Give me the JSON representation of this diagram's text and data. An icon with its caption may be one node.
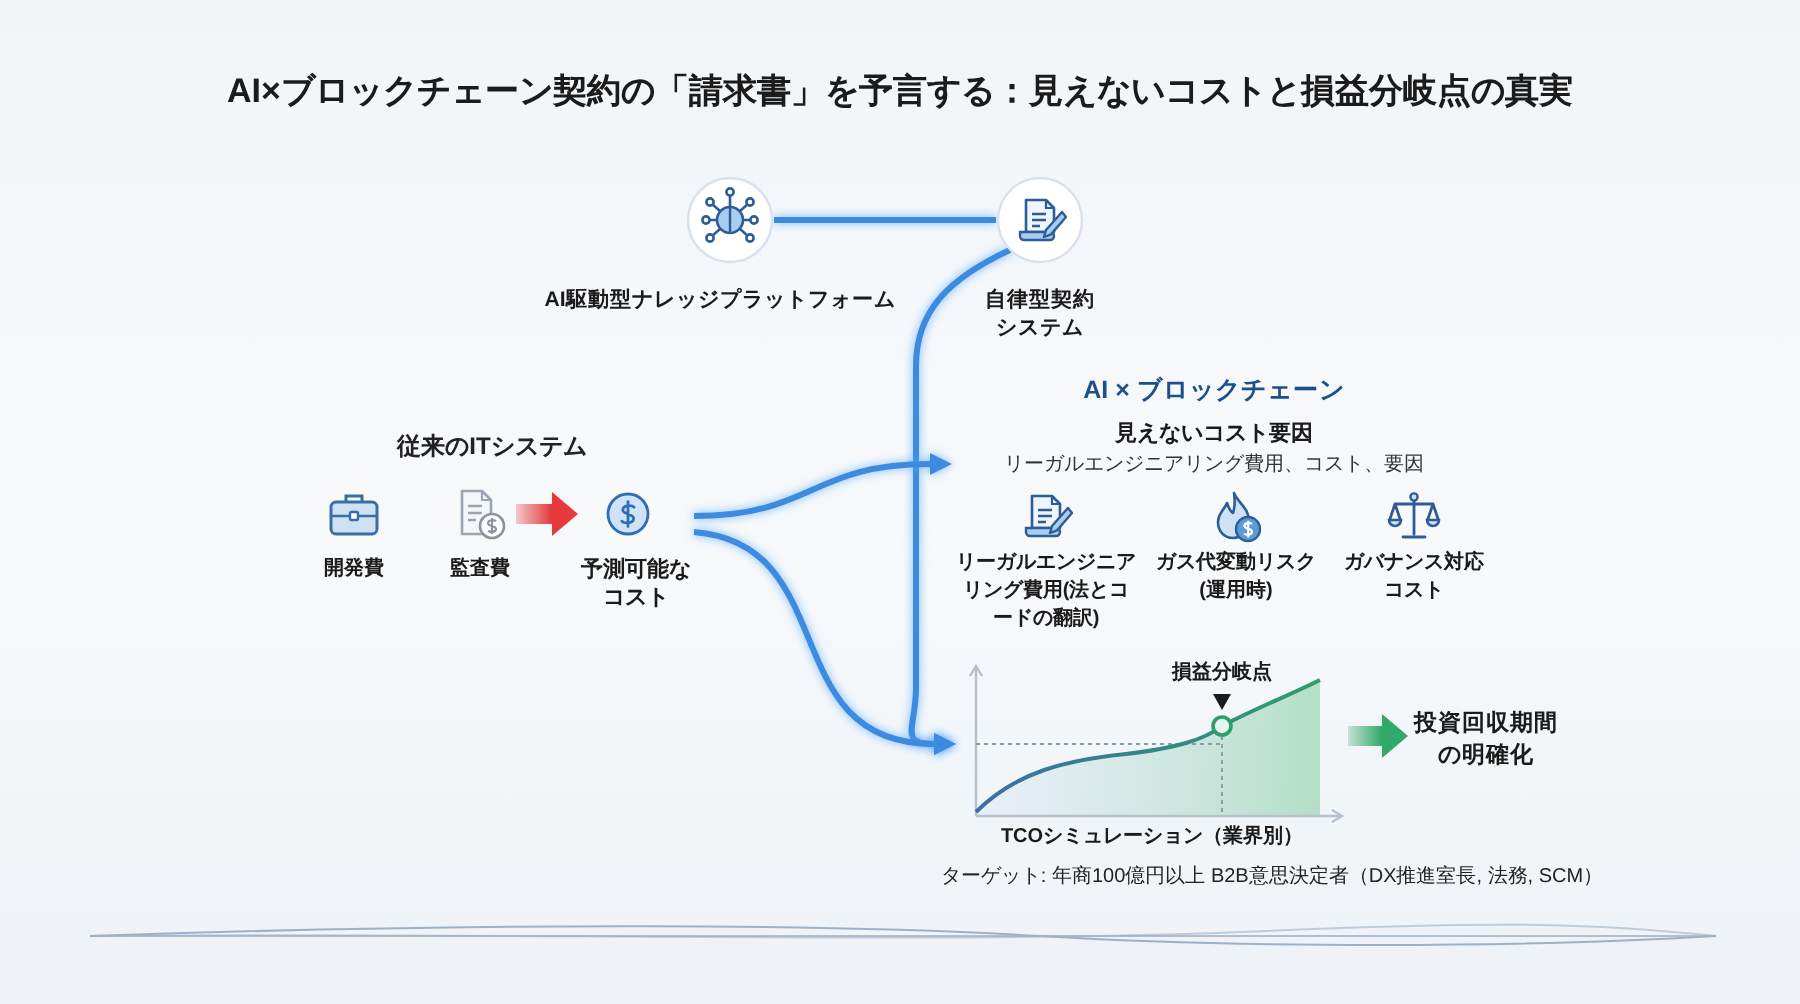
{
  "diagram": {
    "title": "AI×ブロックチェーン契約の「請求書」を予言する：見えないコストと損益分岐点の真実",
    "nodes": [
      {
        "text": [
          "AI駆動型ナレッジプラットフォーム"
        ]
      },
      {
        "text": [
          "自律型契約システム"
        ]
      },
      {
        "text": [
          "開発費"
        ]
      },
      {
        "text": [
          "監査費"
        ]
      },
      {
        "text": [
          "予測可能なコスト"
        ]
      },
      {
        "text": [
          "AI × ブロックチェーン",
          "見えないコスト要因",
          "リーガルエンジニアリング費用、コスト、要因"
        ]
      },
      {
        "text": [
          "リーガルエンジニアリング費用(法とコードの翻訳)"
        ],
        "in": 5
      },
      {
        "text": [
          "ガス代変動リスク(運用時)"
        ],
        "in": 5
      },
      {
        "text": [
          "ガバナンス対応コスト"
        ],
        "in": 5
      },
      {
        "text": [
          "損益分岐点",
          "TCOシミュレーション（業界別）"
        ]
      },
      {
        "text": [
          "投資回収期間の明確化"
        ]
      }
    ],
    "edges": [
      {
        "from": 0,
        "to": 1,
        "arrow": "none"
      },
      {
        "from": 1,
        "to": 9,
        "arrow": "to"
      },
      {
        "from": 4,
        "to": 5,
        "arrow": "to"
      },
      {
        "from": 4,
        "to": 9,
        "arrow": "to"
      },
      {
        "from": 3,
        "to": 4,
        "arrow": "to",
        "style": "thick",
        "color": "#e5393b"
      },
      {
        "from": 9,
        "to": 10,
        "arrow": "to",
        "style": "thick",
        "color": "#34a86a"
      }
    ],
    "labels": [
      "従来のITシステム",
      "ターゲット: 年商100億円以上 B2B意思決定者（DX推進室長, 法務, SCM）"
    ]
  }
}
